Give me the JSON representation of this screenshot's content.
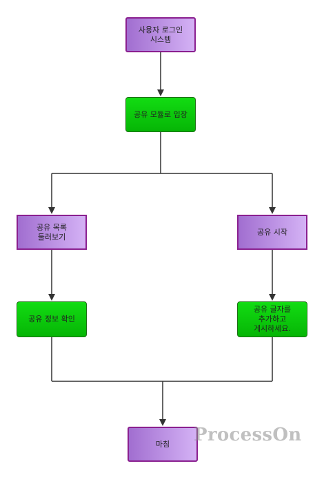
{
  "nodes": {
    "login": "사용자 로그인 시스템",
    "enter_module": "공유 모듈로 입장",
    "browse_list": "공유 목록 둘러보기",
    "start_share": "공유 시작",
    "view_info": "공유 정보 확인",
    "add_post": "공유 글자를 추가하고 게시하세요.",
    "end": "마침"
  },
  "watermark": "ProcessOn",
  "colors": {
    "purple_border": "#8a1f8f",
    "purple_fill_start": "#a16ed0",
    "purple_fill_end": "#d4b2f5",
    "green_border": "#1e6d15",
    "green_fill": "#0acb0a",
    "connector": "#333333"
  }
}
